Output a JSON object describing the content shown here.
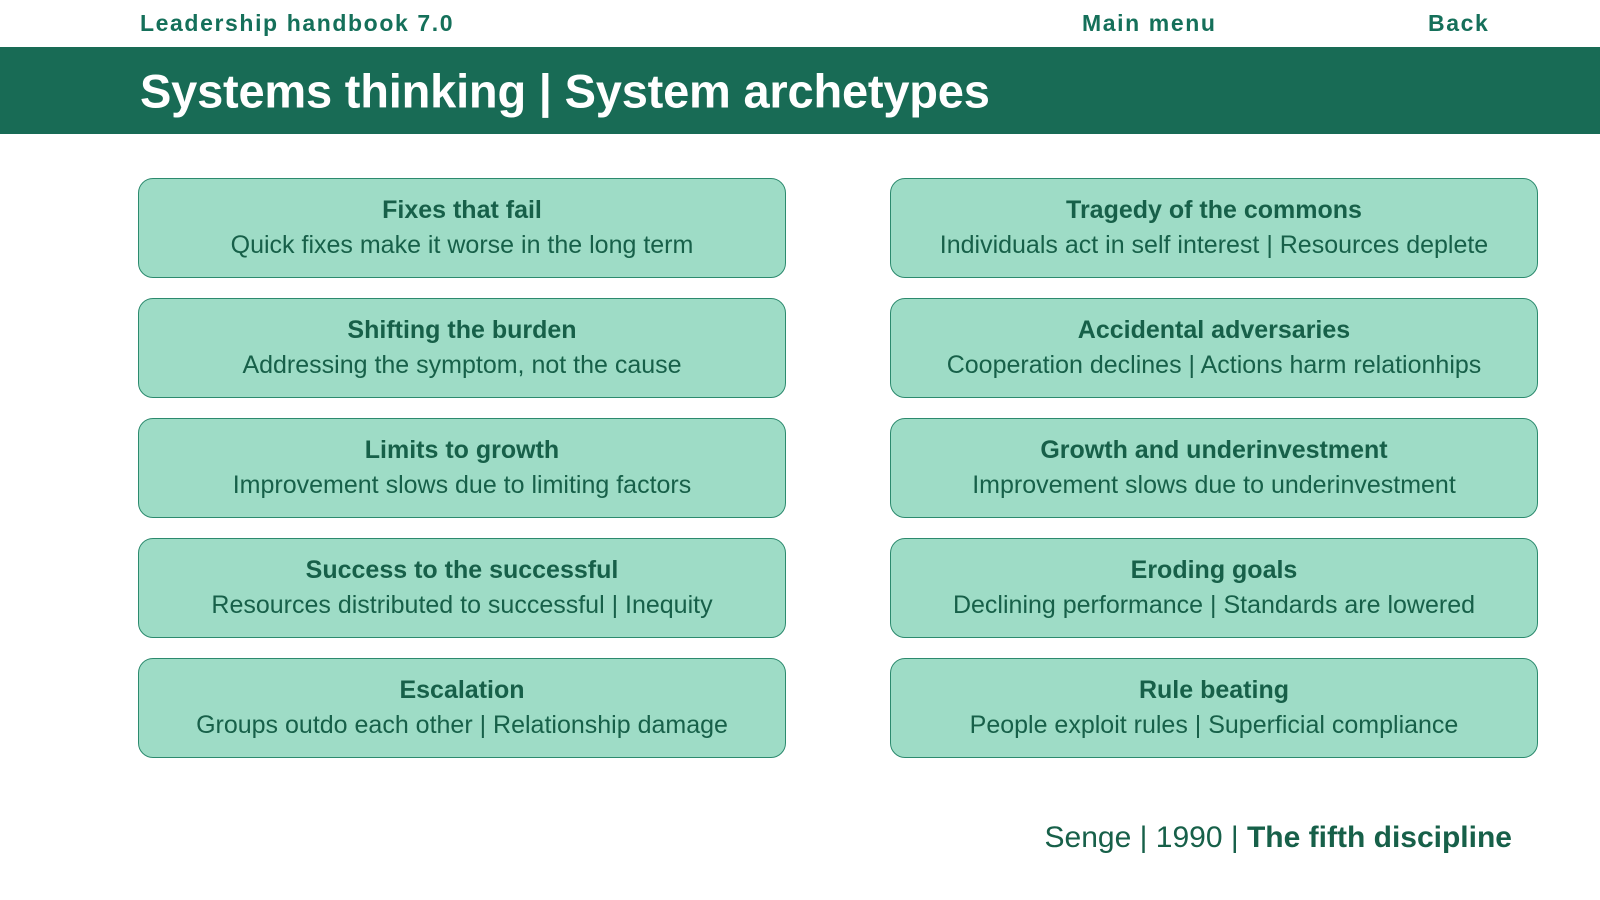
{
  "topbar": {
    "handbook_label": "Leadership handbook 7.0",
    "main_menu_label": "Main menu",
    "back_label": "Back"
  },
  "header": {
    "title": "Systems thinking | System archetypes",
    "band_color": "#186B55",
    "title_color": "#FFFFFF"
  },
  "theme": {
    "accent_dark": "#15705A",
    "card_fill": "#9EDCC6",
    "card_border": "#2C8A6E",
    "card_text": "#176049"
  },
  "archetypes": {
    "left_column": [
      {
        "title": "Fixes that fail",
        "description": "Quick fixes make it worse in the long term"
      },
      {
        "title": "Shifting the burden",
        "description": "Addressing the symptom, not the cause"
      },
      {
        "title": "Limits to growth",
        "description": "Improvement slows due to limiting factors"
      },
      {
        "title": "Success to the successful",
        "description": "Resources distributed to successful | Inequity"
      },
      {
        "title": "Escalation",
        "description": "Groups outdo each other | Relationship damage"
      }
    ],
    "right_column": [
      {
        "title": "Tragedy of the commons",
        "description": "Individuals act in self interest | Resources deplete"
      },
      {
        "title": "Accidental adversaries",
        "description": "Cooperation declines | Actions harm relationhips"
      },
      {
        "title": "Growth and underinvestment",
        "description": "Improvement slows due to underinvestment"
      },
      {
        "title": "Eroding goals",
        "description": "Declining performance | Standards are lowered"
      },
      {
        "title": "Rule beating",
        "description": "People exploit rules | Superficial compliance"
      }
    ]
  },
  "footer": {
    "author": "Senge",
    "separator_1": " | ",
    "year": "1990",
    "separator_2": " | ",
    "book": "The fifth discipline"
  }
}
